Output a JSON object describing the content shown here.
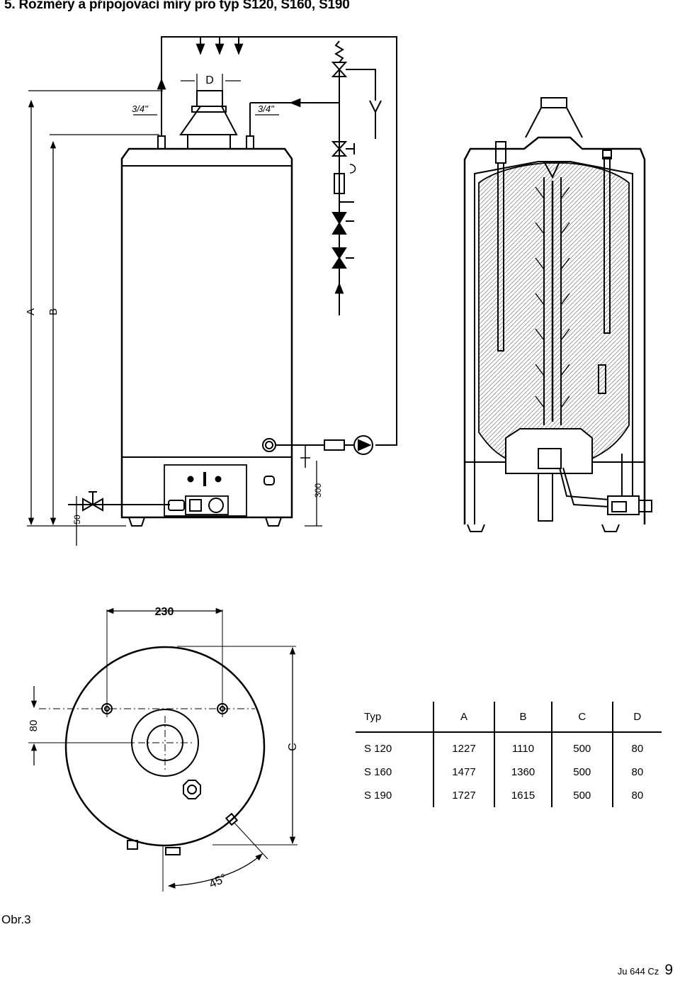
{
  "heading": "5. Rozměry a připojovací míry pro typ S120, S160, S190",
  "figure_label": "Obr.3",
  "footer": {
    "doc_code": "Ju 644 Cz",
    "page_number": "9"
  },
  "front_view": {
    "dim_a": "A",
    "dim_b": "B",
    "dim_d": "D",
    "thread_left": "3/4\"",
    "thread_right": "3/4\"",
    "dim_300": "300",
    "dim_50": "50"
  },
  "top_view": {
    "dim_230": "230",
    "dim_80": "80",
    "dim_c": "C",
    "angle": "45°"
  },
  "dimension_table": {
    "headers": [
      "Typ",
      "A",
      "B",
      "C",
      "D"
    ],
    "rows": [
      [
        "S 120",
        "1227",
        "1110",
        "500",
        "80"
      ],
      [
        "S 160",
        "1477",
        "1360",
        "500",
        "80"
      ],
      [
        "S 190",
        "1727",
        "1615",
        "500",
        "80"
      ]
    ]
  }
}
